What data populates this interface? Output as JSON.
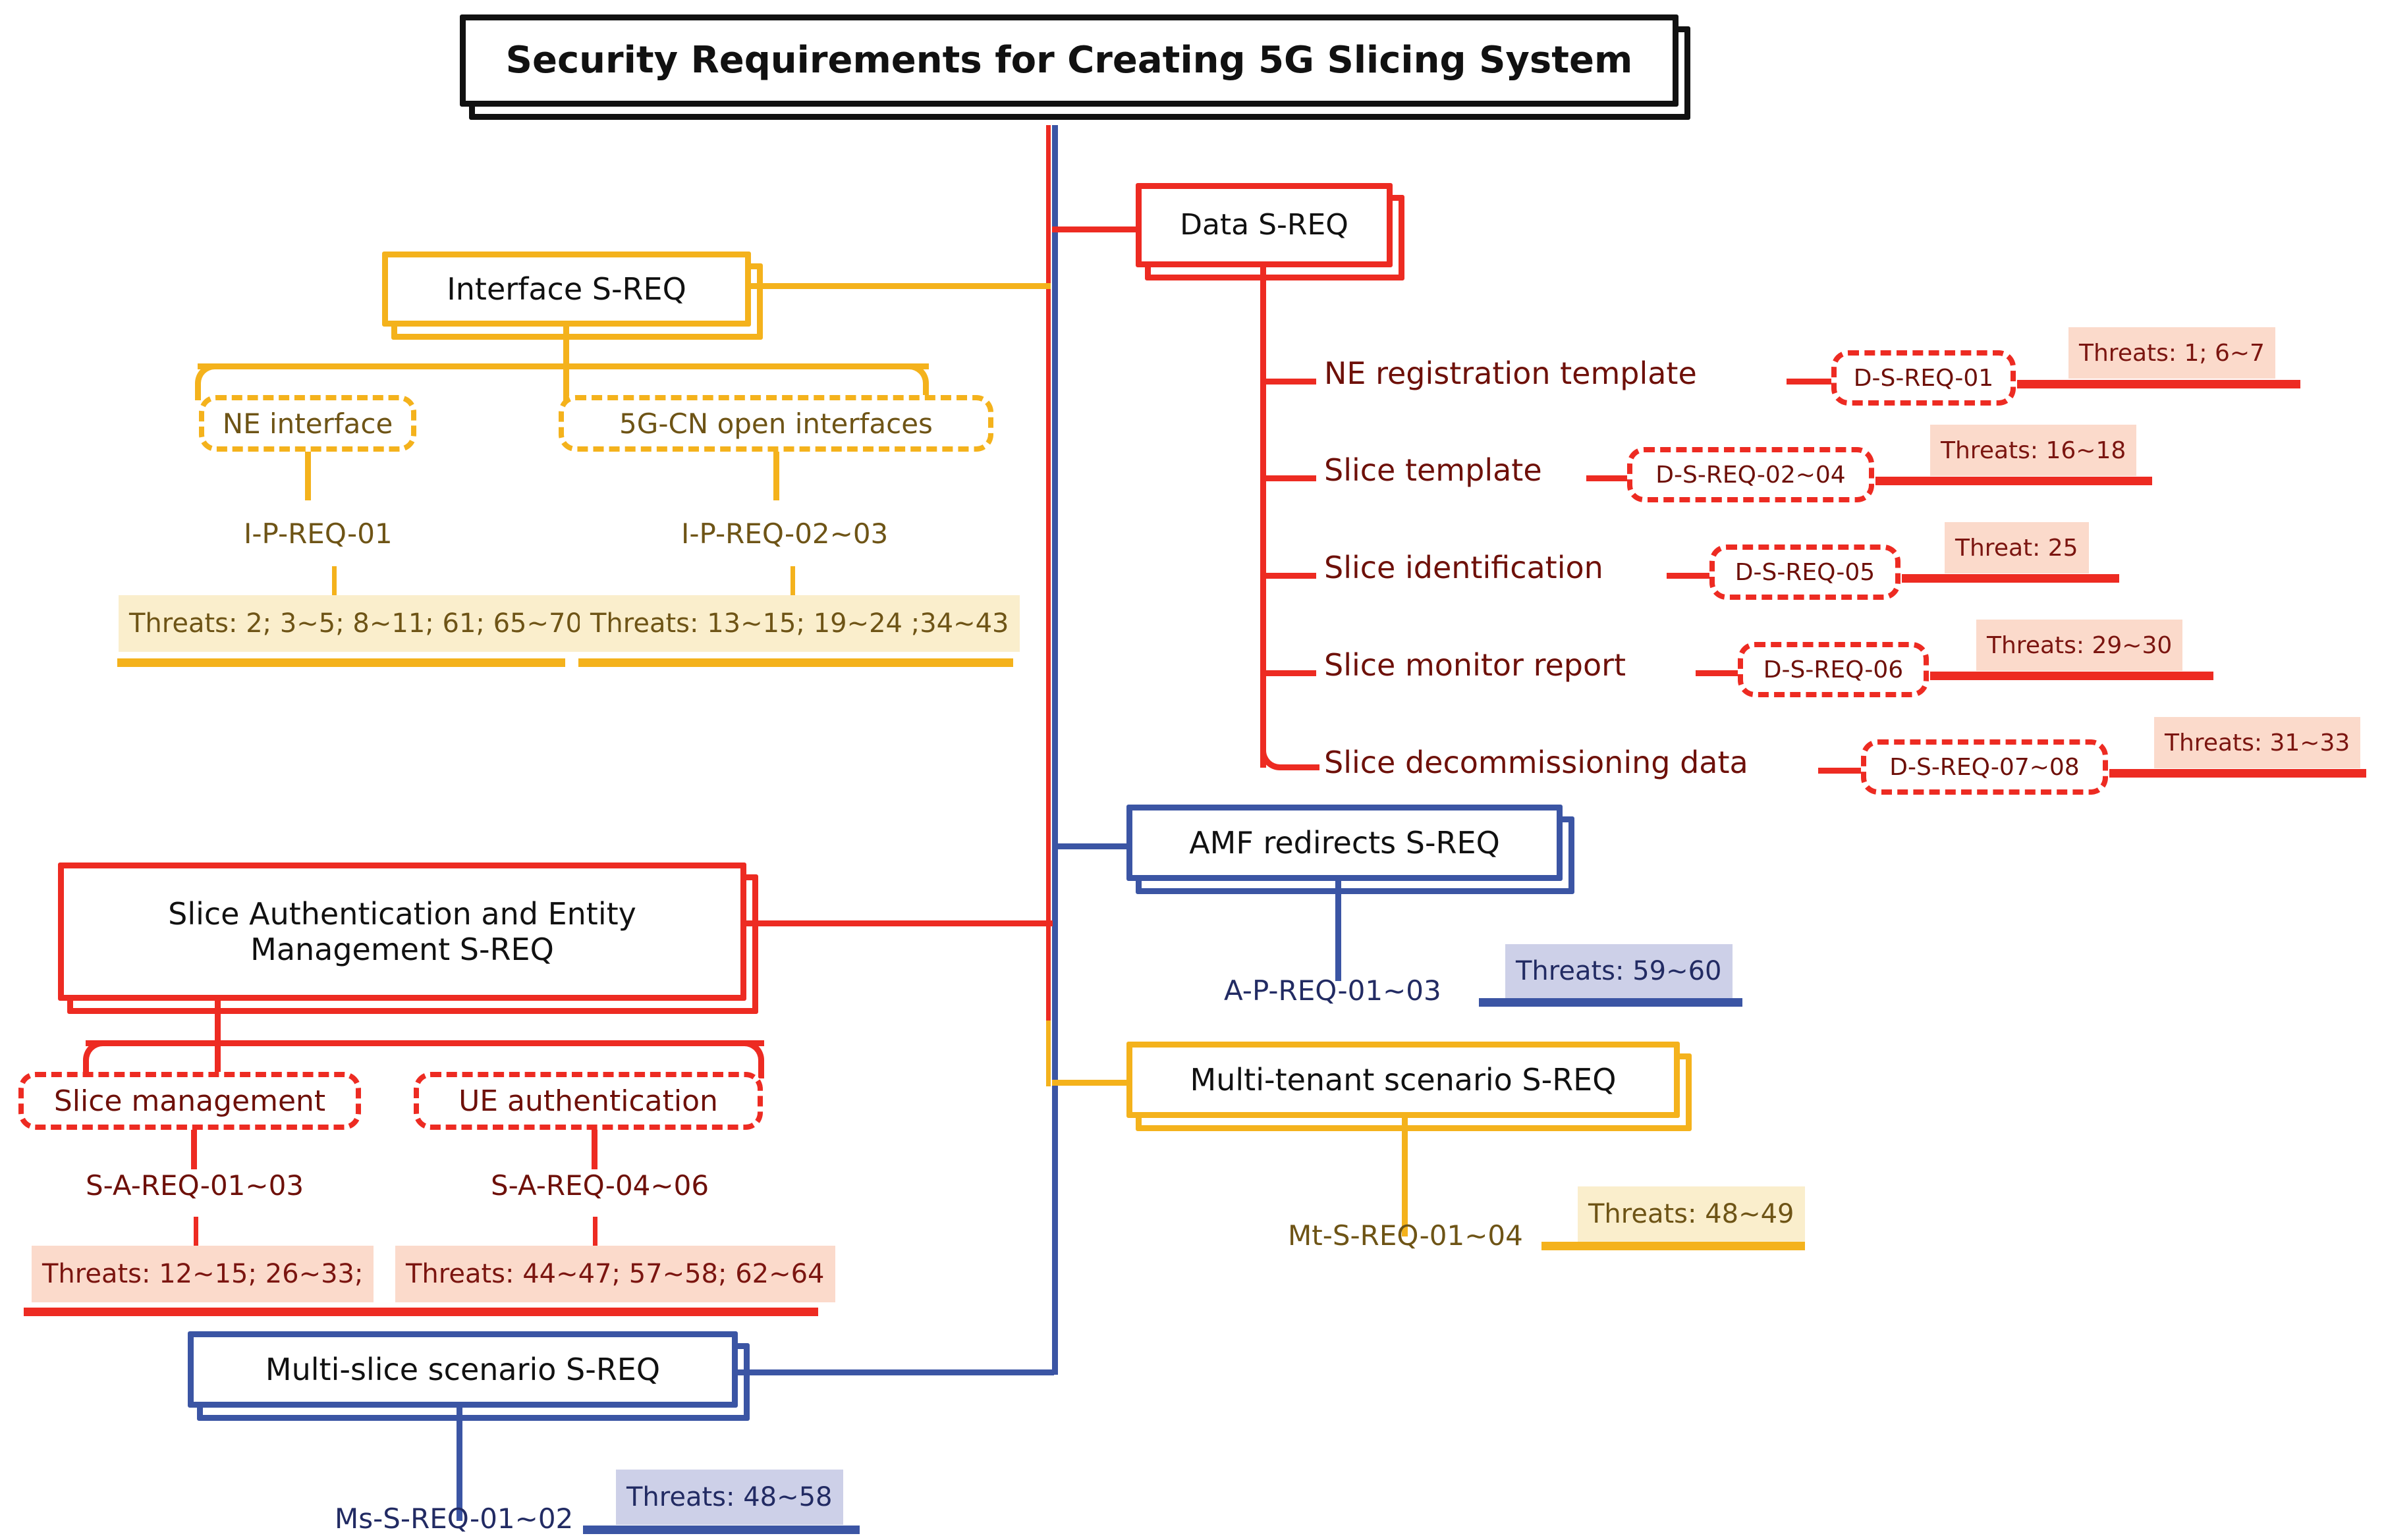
{
  "diagram": {
    "title": "Security Requirements for Creating 5G Slicing System",
    "colors": {
      "root": "#111111",
      "red": "#ED2B22",
      "yellow": "#F4B21C",
      "blue": "#3B55A4",
      "badge_red_bg": "#FBDACB",
      "badge_red_text": "#7B1510",
      "badge_yellow_bg": "#FAEECC",
      "badge_yellow_text": "#6E5416",
      "badge_blue_bg": "#CDD0E8",
      "badge_blue_text": "#222B63"
    }
  },
  "branches": {
    "interface": {
      "title": "Interface S-REQ",
      "children": [
        {
          "name": "NE interface",
          "req": "I-P-REQ-01",
          "threats": "Threats: 2; 3~5; 8~11; 61; 65~70"
        },
        {
          "name": "5G-CN open interfaces",
          "req": "I-P-REQ-02~03",
          "threats": "Threats: 13~15; 19~24 ;34~43"
        }
      ]
    },
    "data": {
      "title": "Data S-REQ",
      "rows": [
        {
          "name": "NE registration template",
          "req": "D-S-REQ-01",
          "threats": "Threats: 1; 6~7"
        },
        {
          "name": "Slice template",
          "req": "D-S-REQ-02~04",
          "threats": "Threats: 16~18"
        },
        {
          "name": "Slice identification",
          "req": "D-S-REQ-05",
          "threats": "Threat: 25"
        },
        {
          "name": "Slice monitor report",
          "req": "D-S-REQ-06",
          "threats": "Threats: 29~30"
        },
        {
          "name": "Slice decommissioning data",
          "req": "D-S-REQ-07~08",
          "threats": "Threats: 31~33"
        }
      ]
    },
    "slice_auth": {
      "title": "Slice Authentication and Entity Management S-REQ",
      "title_line1": "Slice Authentication and Entity",
      "title_line2": "Management S-REQ",
      "children": [
        {
          "name": "Slice management",
          "req": "S-A-REQ-01~03",
          "threats": "Threats: 12~15; 26~33;"
        },
        {
          "name": "UE authentication",
          "req": "S-A-REQ-04~06",
          "threats": "Threats: 44~47; 57~58; 62~64"
        }
      ]
    },
    "amf": {
      "title": "AMF redirects S-REQ",
      "req": "A-P-REQ-01~03",
      "threats": "Threats: 59~60"
    },
    "multi_tenant": {
      "title": "Multi-tenant scenario S-REQ",
      "req": "Mt-S-REQ-01~04",
      "threats": "Threats: 48~49"
    },
    "multi_slice": {
      "title": "Multi-slice scenario S-REQ",
      "req": "Ms-S-REQ-01~02",
      "threats": "Threats: 48~58"
    }
  }
}
